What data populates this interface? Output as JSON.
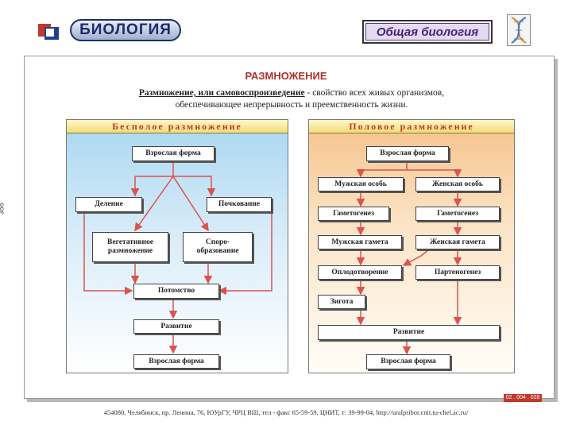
{
  "header": {
    "logo_text": "БИОЛОГИЯ",
    "section_badge": "Общая биология"
  },
  "side_number": "388",
  "title": "РАЗМНОЖЕНИЕ",
  "definition": {
    "term": "Размножение, или самовоспроизведение",
    "line1_rest": " - свойство всех живых организмов,",
    "line2": "обеспечивающее непрерывность и преемственность жизни."
  },
  "asexual": {
    "heading": "Бесполое размножение",
    "adult_top": "Взрослая форма",
    "division": "Деление",
    "budding": "Почкование",
    "vegetative": "Вегетативное размножение",
    "spore": "Споро-образование",
    "offspring": "Потомство",
    "development": "Развитие",
    "adult_bottom": "Взрослая форма"
  },
  "sexual": {
    "heading": "Половое размножение",
    "adult_top": "Взрослая форма",
    "male": "Мужская особь",
    "female": "Женская особь",
    "gametogenesis_m": "Гаметогенез",
    "gametogenesis_f": "Гаметогенез",
    "male_gamete": "Мужская гамета",
    "female_gamete": "Женская гамета",
    "fertilization": "Оплодотворение",
    "parthenogenesis": "Партеногенез",
    "zygote": "Зигота",
    "development": "Развитие",
    "adult_bottom": "Взрослая форма"
  },
  "code_tag": "02 . 004 . 028",
  "footer": "454080, Челябинск, пр. Ленина, 76, ЮУрГУ, ЧРЦ ВШ, тел - факс 65-59-59, ЦНИТ, т: 39-99-04, http://uralpribor.cnit.tu-chel.ac.ru/",
  "colors": {
    "arrow": "#d9534f",
    "title": "#b1302a",
    "badge_text": "#4a1f7a"
  }
}
